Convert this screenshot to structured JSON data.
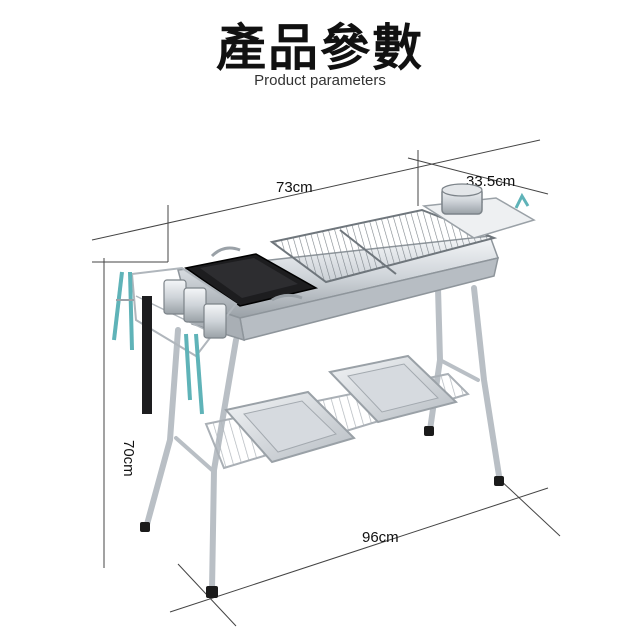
{
  "title": "產品參數",
  "subtitle": "Product parameters",
  "dimensions": {
    "length": "73cm",
    "depth": "33.5cm",
    "height": "70cm",
    "width_total": "96cm"
  },
  "colors": {
    "steel_light": "#e9ecef",
    "steel_mid": "#c9ced3",
    "steel_dark": "#8e959b",
    "pan_black": "#1d1d1f",
    "handle_teal": "#5fb3b8",
    "dim_line": "#444444"
  }
}
